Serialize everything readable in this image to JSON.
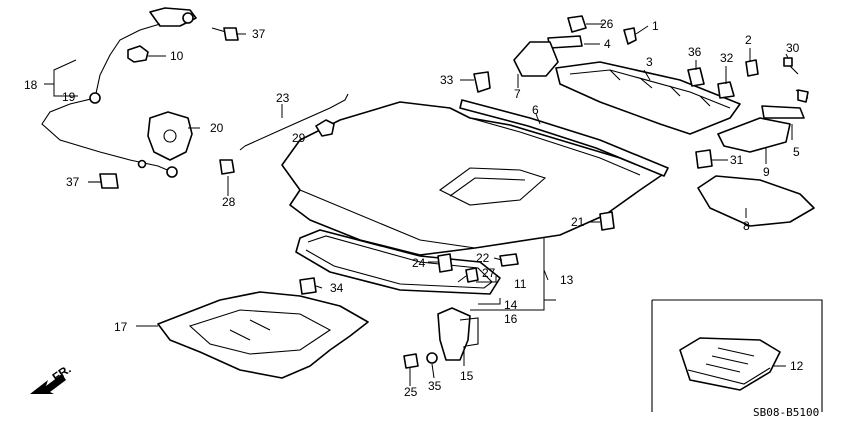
{
  "labels": {
    "p1": "1",
    "p2": "2",
    "p3": "3",
    "p4": "4",
    "p5": "5",
    "p6": "6",
    "p7": "7",
    "p8": "8",
    "p9": "9",
    "p10": "10",
    "p11": "11",
    "p12": "12",
    "p13": "13",
    "p14": "14",
    "p15": "15",
    "p16": "16",
    "p17": "17",
    "p18": "18",
    "p19": "19",
    "p20": "20",
    "p21": "21",
    "p22": "22",
    "p23": "23",
    "p24": "24",
    "p25": "25",
    "p26": "26",
    "p27": "27",
    "p28": "28",
    "p29": "29",
    "p30": "30",
    "p31": "31",
    "p32": "32",
    "p33": "33",
    "p34": "34",
    "p35": "35",
    "p36": "36",
    "p37a": "37",
    "p37b": "37"
  },
  "direction": "FR.",
  "diagram_code": "SB08-B5100"
}
